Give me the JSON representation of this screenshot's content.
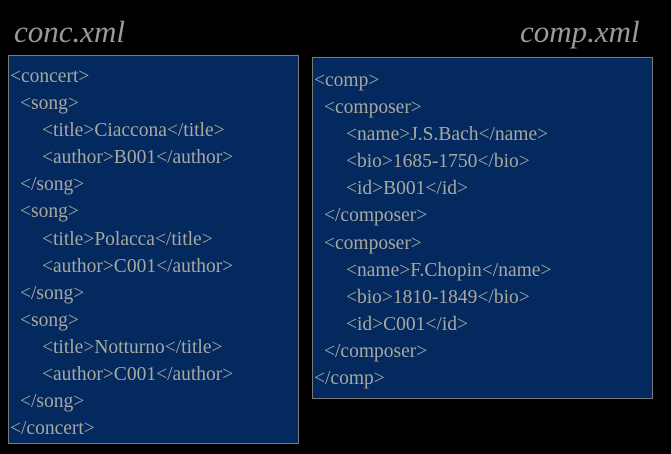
{
  "files": [
    {
      "title": "conc.xml",
      "lines": [
        {
          "indent": 0,
          "text": "<concert>"
        },
        {
          "indent": 1,
          "text": "<song>"
        },
        {
          "indent": 2,
          "text": "<title>Ciaccona</title>"
        },
        {
          "indent": 2,
          "text": "<author>B001</author>"
        },
        {
          "indent": 1,
          "text": "</song>"
        },
        {
          "indent": 1,
          "text": "<song>"
        },
        {
          "indent": 2,
          "text": "<title>Polacca</title>"
        },
        {
          "indent": 2,
          "text": "<author>C001</author>"
        },
        {
          "indent": 1,
          "text": "</song>"
        },
        {
          "indent": 1,
          "text": "<song>"
        },
        {
          "indent": 2,
          "text": "<title>Notturno</title>"
        },
        {
          "indent": 2,
          "text": "<author>C001</author>"
        },
        {
          "indent": 1,
          "text": "</song>"
        },
        {
          "indent": 0,
          "text": "</concert>"
        }
      ]
    },
    {
      "title": "comp.xml",
      "lines": [
        {
          "indent": 0,
          "text": "<comp>"
        },
        {
          "indent": 1,
          "text": "<composer>"
        },
        {
          "indent": 2,
          "text": "<name>J.S.Bach</name>"
        },
        {
          "indent": 2,
          "text": "<bio>1685-1750</bio>"
        },
        {
          "indent": 2,
          "text": "<id>B001</id>"
        },
        {
          "indent": 1,
          "text": "</composer>"
        },
        {
          "indent": 1,
          "text": "<composer>"
        },
        {
          "indent": 2,
          "text": "<name>F.Chopin</name>"
        },
        {
          "indent": 2,
          "text": "<bio>1810-1849</bio>"
        },
        {
          "indent": 2,
          "text": "<id>C001</id>"
        },
        {
          "indent": 1,
          "text": "</composer>"
        },
        {
          "indent": 0,
          "text": "</comp>"
        }
      ]
    }
  ]
}
